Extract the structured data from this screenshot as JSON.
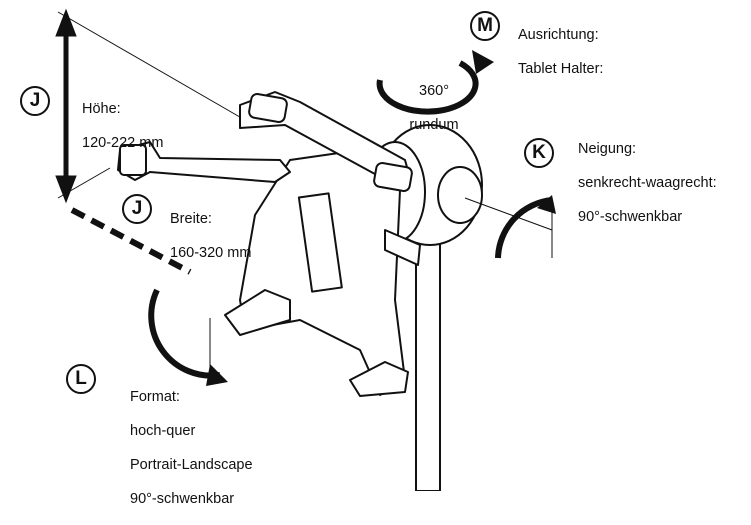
{
  "badges": {
    "height": "J",
    "width": "J",
    "tilt": "K",
    "format": "L",
    "orientation": "M"
  },
  "height_label": {
    "title": "Höhe:",
    "value": "120-222 mm"
  },
  "width_label": {
    "title": "Breite:",
    "value": "160-320 mm"
  },
  "orientation_label": {
    "title": "Ausrichtung:",
    "value": "Tablet Halter:"
  },
  "rotation_label": {
    "angle": "360°",
    "text": "rundum"
  },
  "tilt_label": {
    "title": "Neigung:",
    "line1": "senkrecht-waagrecht:",
    "line2": "90°-schwenkbar"
  },
  "format_label": {
    "title": "Format:",
    "line1": "hoch-quer",
    "line2": "Portrait-Landscape",
    "line3": "90°-schwenkbar"
  }
}
